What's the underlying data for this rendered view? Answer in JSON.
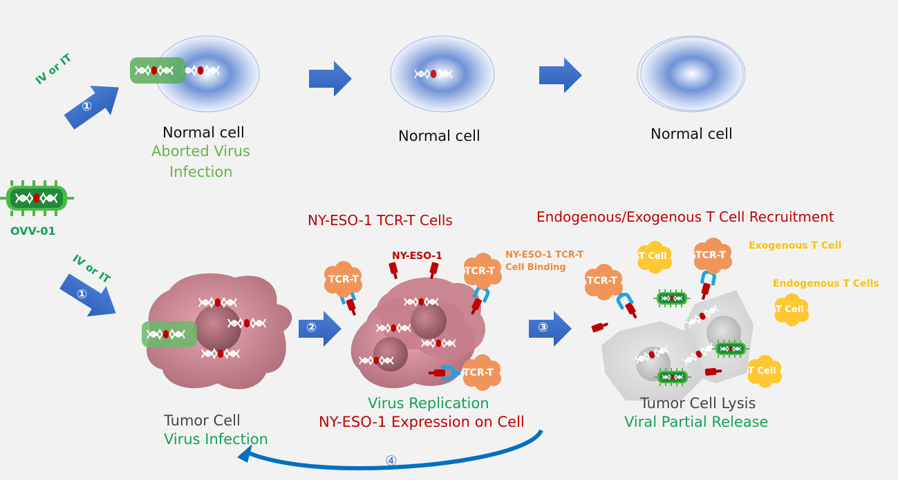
{
  "colors": {
    "background": "#f2f2f2",
    "arrow_blue": "#4472c4",
    "cycle_arrow_blue": "#0070c0",
    "virus_green": "#3aa53a",
    "virus_dark_green": "#1e7a3a",
    "tumor_pink": "#c9848f",
    "lysed_grey": "#d9d9d9",
    "tcr_orange": "#f0955a",
    "tcell_yellow": "#ffc732",
    "receptor_blue": "#1fa3e0",
    "antigen_red": "#c00000",
    "title_red": "#c00000",
    "text_green": "#13a05a",
    "text_light_green": "#6ab04c",
    "text_orange": "#ee8a3a",
    "text_yellow": "#ffc000"
  },
  "top_row": {
    "route_label": "IV or IT",
    "step_badge": "①",
    "cells": [
      {
        "label": "Normal cell",
        "sublabel_line1": "Aborted Virus",
        "sublabel_line2": "Infection"
      },
      {
        "label": "Normal cell"
      },
      {
        "label": "Normal cell"
      }
    ]
  },
  "virus": {
    "name": "OVV-01"
  },
  "bottom_row": {
    "route_label": "IV or IT",
    "step1_badge": "①",
    "step2_badge": "②",
    "step3_badge": "③",
    "step4_badge": "④",
    "tumor_cell": {
      "label": "Tumor Cell",
      "sublabel": "Virus Infection"
    },
    "tcr_stage": {
      "title": "NY-ESO-1 TCR-T Cells",
      "antigen_label": "NY-ESO-1",
      "binding_label_line1": "NY-ESO-1 TCR-T",
      "binding_label_line2": "Cell Binding",
      "tcr_cell_label": "TCR-T",
      "caption_line1": "Virus Replication",
      "caption_line2": "NY-ESO-1 Expression on Cell"
    },
    "recruitment_stage": {
      "title": "Endogenous/Exogenous  T Cell Recruitment",
      "exogenous_label": "Exogenous T Cell",
      "endogenous_label": "Endogenous T Cells",
      "tcell_label": "T Cell",
      "tcr_cell_label": "TCR-T",
      "caption_line1": "Tumor Cell Lysis",
      "caption_line2": "Viral Partial Release"
    }
  }
}
